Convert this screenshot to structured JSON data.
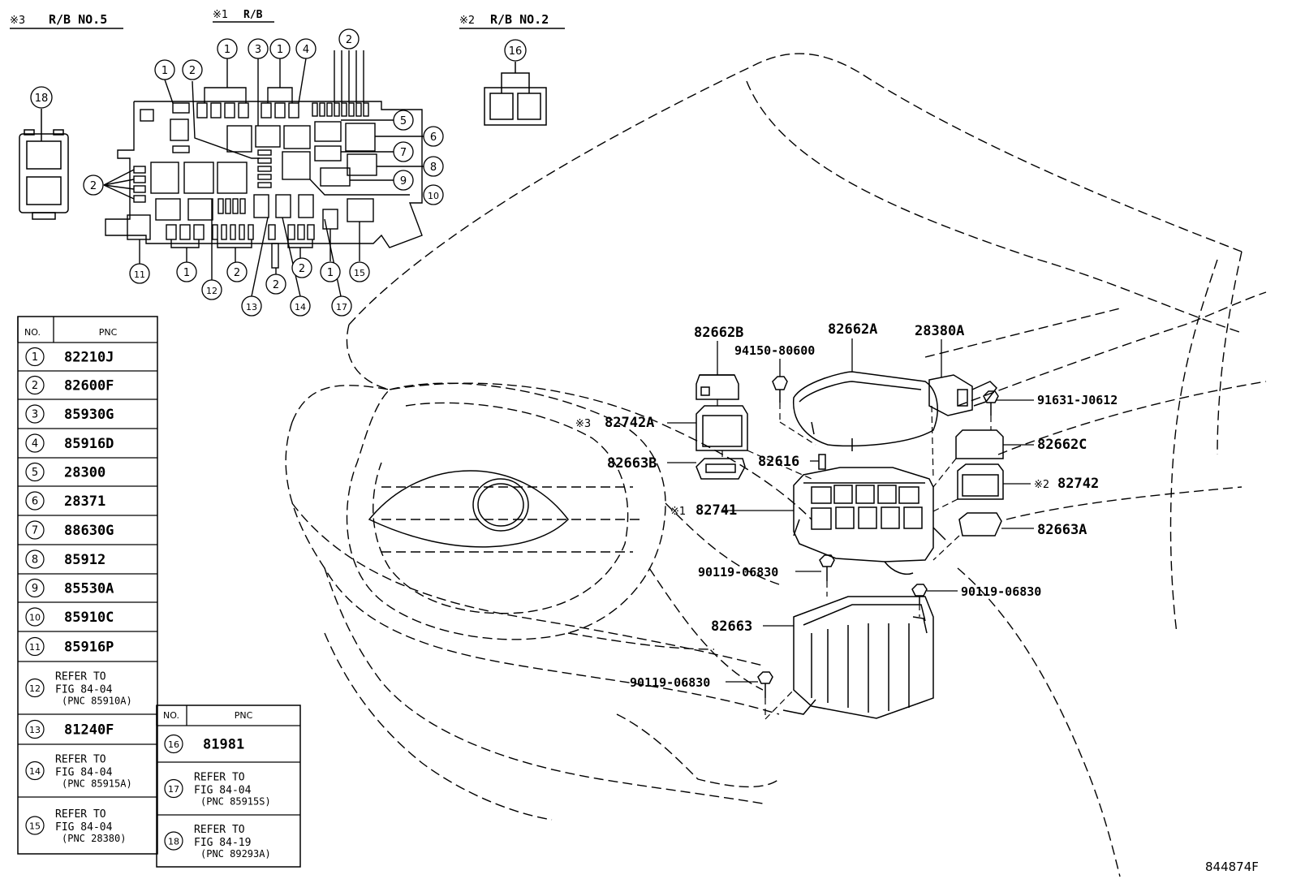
{
  "headers": {
    "rb5": {
      "mark": "※3",
      "label": "R/B NO.5"
    },
    "rb1": {
      "mark": "※1",
      "label": "R/B"
    },
    "rb2": {
      "mark": "※2",
      "label": "R/B NO.2"
    }
  },
  "table_main": {
    "col_no": "NO.",
    "col_pnc": "PNC",
    "rows": [
      {
        "no": "1",
        "pnc": "82210J"
      },
      {
        "no": "2",
        "pnc": "82600F"
      },
      {
        "no": "3",
        "pnc": "85930G"
      },
      {
        "no": "4",
        "pnc": "85916D"
      },
      {
        "no": "5",
        "pnc": "28300"
      },
      {
        "no": "6",
        "pnc": "28371"
      },
      {
        "no": "7",
        "pnc": "88630G"
      },
      {
        "no": "8",
        "pnc": "85912"
      },
      {
        "no": "9",
        "pnc": "85530A"
      },
      {
        "no": "10",
        "pnc": "85910C"
      },
      {
        "no": "11",
        "pnc": "85916P"
      },
      {
        "no": "12",
        "ref1": "REFER TO",
        "ref2": "FIG 84-04",
        "ref3": "(PNC 85910A)"
      },
      {
        "no": "13",
        "pnc": "81240F"
      },
      {
        "no": "14",
        "ref1": "REFER TO",
        "ref2": "FIG 84-04",
        "ref3": "(PNC 85915A)"
      },
      {
        "no": "15",
        "ref1": "REFER TO",
        "ref2": "FIG 84-04",
        "ref3": "(PNC 28380)"
      }
    ]
  },
  "table_side": {
    "col_no": "NO.",
    "col_pnc": "PNC",
    "rows": [
      {
        "no": "16",
        "pnc": "81981"
      },
      {
        "no": "17",
        "ref1": "REFER TO",
        "ref2": "FIG 84-04",
        "ref3": "(PNC 85915S)"
      },
      {
        "no": "18",
        "ref1": "REFER TO",
        "ref2": "FIG 84-19",
        "ref3": "(PNC 89293A)"
      }
    ]
  },
  "callouts": {
    "c82662B": "82662B",
    "c82662A": "82662A",
    "c28380A": "28380A",
    "c94150": "94150-80600",
    "c91631": "91631-J0612",
    "c82742A": "82742A",
    "c82742A_mark": "※3",
    "c82662C": "82662C",
    "c82663B": "82663B",
    "c82616": "82616",
    "c82742": "82742",
    "c82742_mark": "※2",
    "c82741": "82741",
    "c82741_mark": "※1",
    "c82663A": "82663A",
    "c90119a": "90119-06830",
    "c90119b": "90119-06830",
    "c82663": "82663",
    "c90119c": "90119-06830"
  },
  "rb_numbers": {
    "n18": "18",
    "n16": "16",
    "t1a": "1",
    "t2a": "2",
    "t1b": "1",
    "t3": "3",
    "t1c": "1",
    "t4": "4",
    "t2b": "2",
    "r5": "5",
    "r6": "6",
    "r7": "7",
    "r8": "8",
    "r9": "9",
    "r10": "10",
    "l2": "2",
    "b11": "11",
    "b1a": "1",
    "b12": "12",
    "b2a": "2",
    "b13": "13",
    "b2b": "2",
    "b14": "14",
    "b2c": "2",
    "b1b": "1",
    "b17": "17",
    "b15": "15"
  },
  "figure_id": "844874F"
}
